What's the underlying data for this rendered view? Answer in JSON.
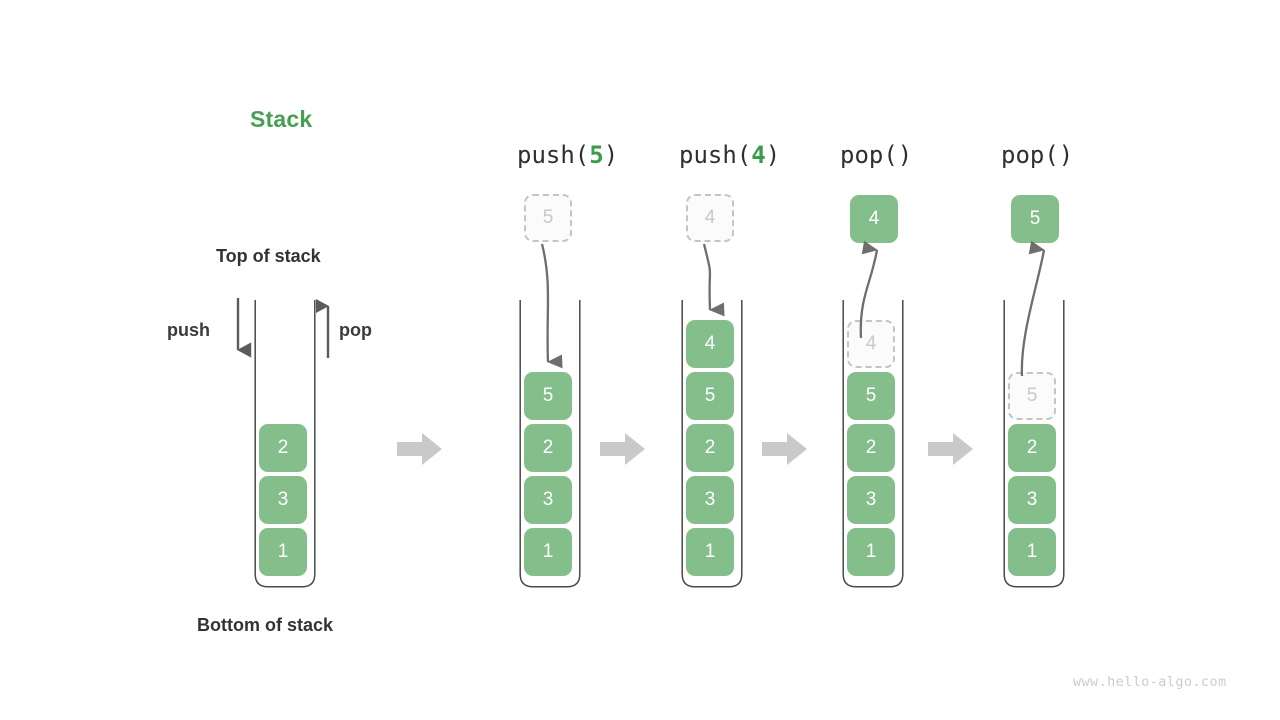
{
  "title": "Stack",
  "accent_color": "#47a04f",
  "box_color": "#84be8a",
  "ghost_color": "#c9c9c9",
  "flow_arrow_color": "#c9c9c9",
  "labels": {
    "top_of_stack": "Top of stack",
    "bottom_of_stack": "Bottom of stack",
    "push": "push",
    "pop": "pop"
  },
  "watermark": "www.hello-algo.com",
  "icons": {
    "push_arrow": "arrow-down-icon",
    "pop_arrow": "arrow-up-icon",
    "flow": "flow-arrow-right-icon"
  },
  "columns": [
    {
      "id": "initial",
      "caption_prefix": "",
      "caption_arg": "",
      "caption_suffix": "",
      "has_caption": false,
      "outside_box": null,
      "outside_ghost": null,
      "stack": [
        "2",
        "3",
        "1"
      ],
      "ghost_index": -1
    },
    {
      "id": "push-5",
      "caption_prefix": "push(",
      "caption_arg": "5",
      "caption_suffix": ")",
      "has_caption": true,
      "outside_box": null,
      "outside_ghost": "5",
      "stack": [
        "5",
        "2",
        "3",
        "1"
      ],
      "ghost_index": -1
    },
    {
      "id": "push-4",
      "caption_prefix": "push(",
      "caption_arg": "4",
      "caption_suffix": ")",
      "has_caption": true,
      "outside_box": null,
      "outside_ghost": "4",
      "stack": [
        "4",
        "5",
        "2",
        "3",
        "1"
      ],
      "ghost_index": -1
    },
    {
      "id": "pop-1",
      "caption_prefix": "pop(",
      "caption_arg": "",
      "caption_suffix": ")",
      "has_caption": true,
      "outside_box": "4",
      "outside_ghost": null,
      "stack": [
        "4",
        "5",
        "2",
        "3",
        "1"
      ],
      "ghost_index": 0
    },
    {
      "id": "pop-2",
      "caption_prefix": "pop(",
      "caption_arg": "",
      "caption_suffix": ")",
      "has_caption": true,
      "outside_box": "5",
      "outside_ghost": null,
      "stack": [
        "5",
        "2",
        "3",
        "1"
      ],
      "ghost_index": 0
    }
  ]
}
